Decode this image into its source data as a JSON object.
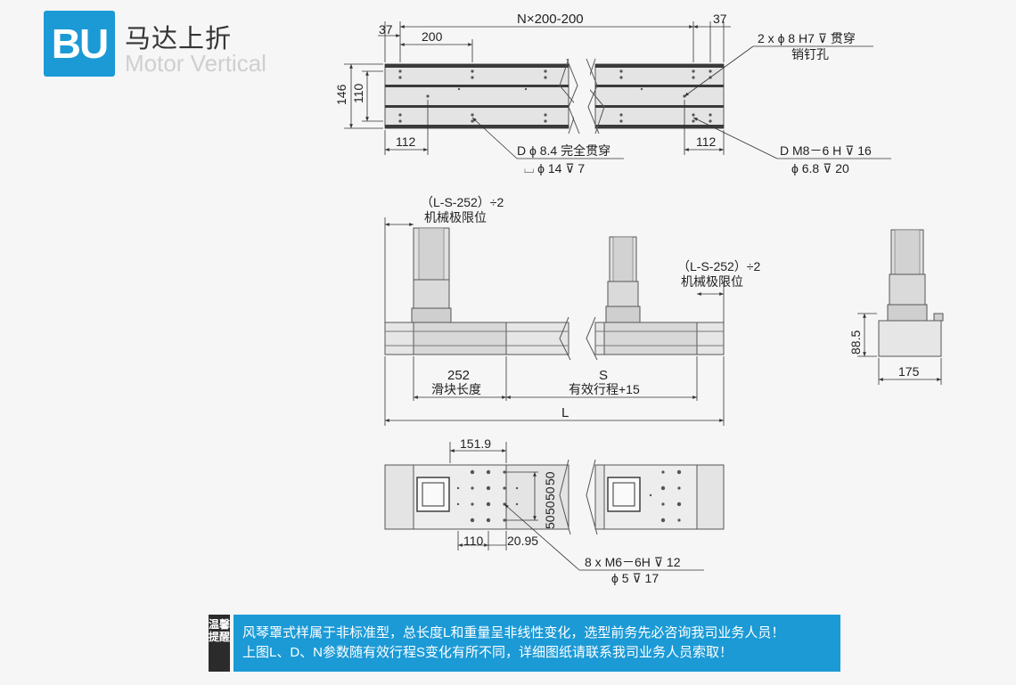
{
  "logo": {
    "badge": "BU",
    "title": "马达上折",
    "subtitle": "Motor Vertical"
  },
  "top_view": {
    "dim_37_left": "37",
    "dim_pitch_total": "N×200-200",
    "dim_37_right": "37",
    "dim_200": "200",
    "dim_146": "146",
    "dim_110": "110",
    "dim_112_left": "112",
    "dim_112_right": "112",
    "pin_hole_line1": "2 x ϕ 8 H7 ⊽ 贯穿",
    "pin_hole_line2": "销钉孔",
    "through_hole_line1": "D ϕ 8.4 完全贯穿",
    "through_hole_line2": "⌴ ϕ 14 ⊽ 7",
    "thread_line1": "D  M8－6 H ⊽ 16",
    "thread_line2": "ϕ 6.8 ⊽ 20"
  },
  "side_view": {
    "limit_left_line1": "（L-S-252）÷2",
    "limit_left_line2": "机械极限位",
    "limit_right_line1": "（L-S-252）÷2",
    "limit_right_line2": "机械极限位",
    "slider_value": "252",
    "slider_label": "滑块长度",
    "stroke_value": "S",
    "stroke_label": "有效行程+15",
    "total_length": "L"
  },
  "end_view": {
    "dim_height": "88.5",
    "dim_width": "175"
  },
  "bottom_view": {
    "dim_151_9": "151.9",
    "dim_50_a": "50",
    "dim_50_b": "50",
    "dim_50_c": "50",
    "dim_50_d": "50",
    "dim_110": "110",
    "dim_20_95": "20.95",
    "tapped_line1": "8 x  M6－6H ⊽ 12",
    "tapped_line2": "ϕ 5 ⊽ 17"
  },
  "notice": {
    "tag": "温馨提醒",
    "line1": "风琴罩式样属于非标准型，总长度L和重量呈非线性变化，选型前务先必咨询我司业务人员！",
    "line2": "上图L、D、N参数随有效行程S变化有所不同，详细图纸请联系我司业务人员索取！"
  }
}
